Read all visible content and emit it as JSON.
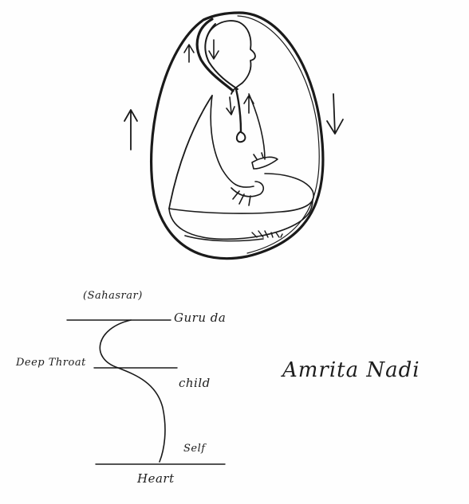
{
  "labels": {
    "sahasrar": "(Sahasrar)",
    "guru": "Guru da",
    "throat": "Deep Throat",
    "child": "child",
    "self": "Self",
    "heart": "Heart",
    "amrita_nadi": "Amrita Nadi"
  },
  "colors": {
    "ink": "#1a1a1a",
    "paper": "#fefefe"
  },
  "icons": {
    "egg": "egg-shaped-aura",
    "figure": "seated-meditator",
    "arrows": [
      "arrow-up-left",
      "arrow-down-right",
      "arrow-small-up-spine",
      "arrow-small-down-spine",
      "arrow-small-up-front"
    ]
  }
}
